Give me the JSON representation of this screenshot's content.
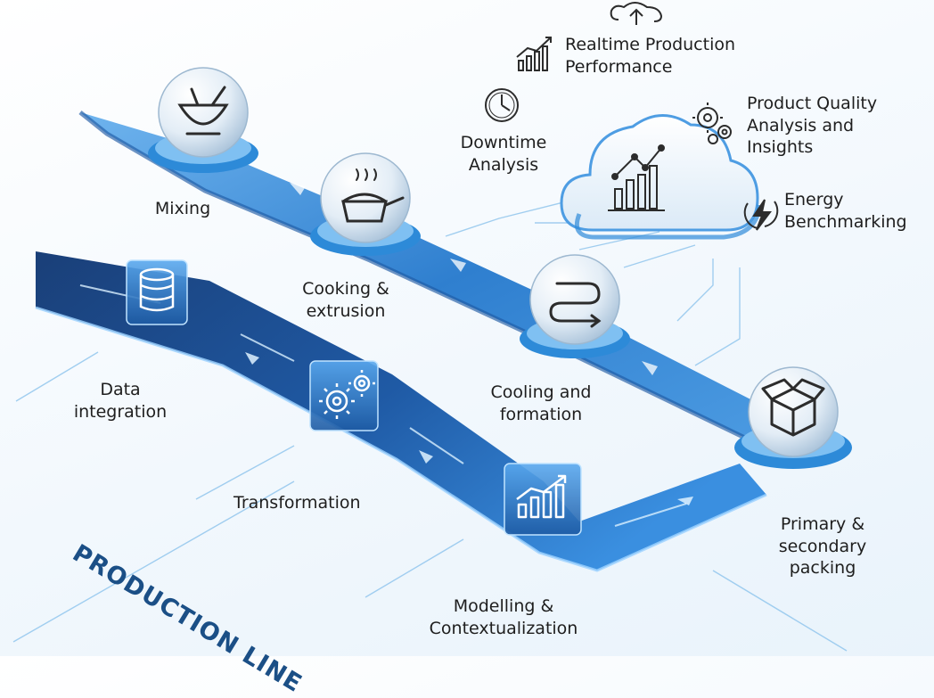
{
  "diagram": {
    "line_title": "PRODUCTION LINE",
    "stages": [
      {
        "id": "mixing",
        "lines": [
          "Mixing"
        ],
        "icon": "mixing-bowl-icon"
      },
      {
        "id": "cooking",
        "lines": [
          "Cooking &",
          "extrusion"
        ],
        "icon": "cooking-pot-icon"
      },
      {
        "id": "cooling",
        "lines": [
          "Cooling and",
          "formation"
        ],
        "icon": "serpentine-conveyor-icon"
      },
      {
        "id": "packing",
        "lines": [
          "Primary &",
          "secondary",
          "packing"
        ],
        "icon": "box-icon"
      }
    ],
    "data_steps": [
      {
        "id": "integration",
        "lines": [
          "Data",
          "integration"
        ],
        "icon": "database-icon"
      },
      {
        "id": "transformation",
        "lines": [
          "Transformation"
        ],
        "icon": "gears-icon"
      },
      {
        "id": "modelling",
        "lines": [
          "Modelling &",
          "Contextualization"
        ],
        "icon": "bar-chart-icon"
      }
    ],
    "insights": [
      {
        "id": "downtime",
        "lines": [
          "Downtime",
          "Analysis"
        ],
        "icon": "clock-icon"
      },
      {
        "id": "realtime",
        "lines": [
          "Realtime Production",
          "Performance"
        ],
        "icon": "trend-chart-icon"
      },
      {
        "id": "quality",
        "lines": [
          "Product Quality",
          "Analysis and",
          "Insights"
        ],
        "icon": "gears-icon"
      },
      {
        "id": "energy",
        "lines": [
          "Energy",
          "Benchmarking"
        ],
        "icon": "lightning-icon"
      }
    ],
    "cloud_icon": "cloud-analytics-icon",
    "colors": {
      "accent": "#2d8ad8",
      "dark": "#1b4f86",
      "track": "#3d8fd6"
    }
  }
}
